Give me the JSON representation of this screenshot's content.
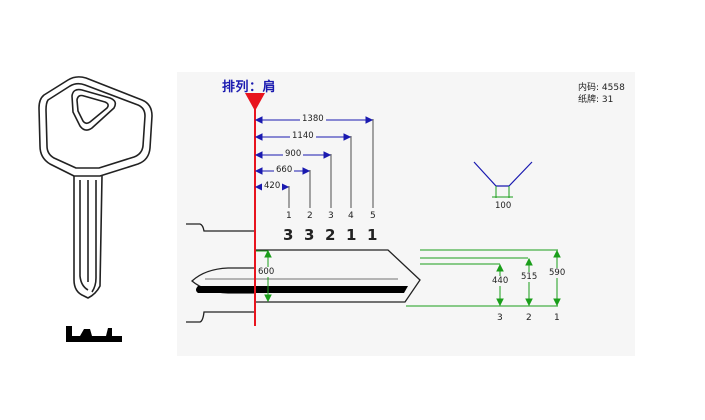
{
  "header": {
    "arrangement": "排列：肩",
    "internal_code": "内码: 4558",
    "blank_number": "纸牌: 31"
  },
  "dimensions": {
    "position_labels": [
      "420",
      "660",
      "900",
      "1140",
      "1380"
    ],
    "cut_index_labels": [
      "1",
      "2",
      "3",
      "4",
      "5"
    ],
    "cut_depth_values": [
      "3",
      "3",
      "2",
      "1",
      "1"
    ],
    "blade_width_label": "600",
    "depth_labels": [
      "440",
      "515",
      "590"
    ],
    "depth_index_labels": [
      "3",
      "2",
      "1"
    ],
    "angle_width_label": "100"
  },
  "colors": {
    "accent_red": "#e8141e",
    "dimension_blue": "#1a1ab0",
    "dimension_green": "#1a9e1a",
    "outline": "#222222"
  },
  "icons": {
    "key_illustration": "key-blank-icon",
    "profile_icon": "keyway-profile-icon"
  }
}
